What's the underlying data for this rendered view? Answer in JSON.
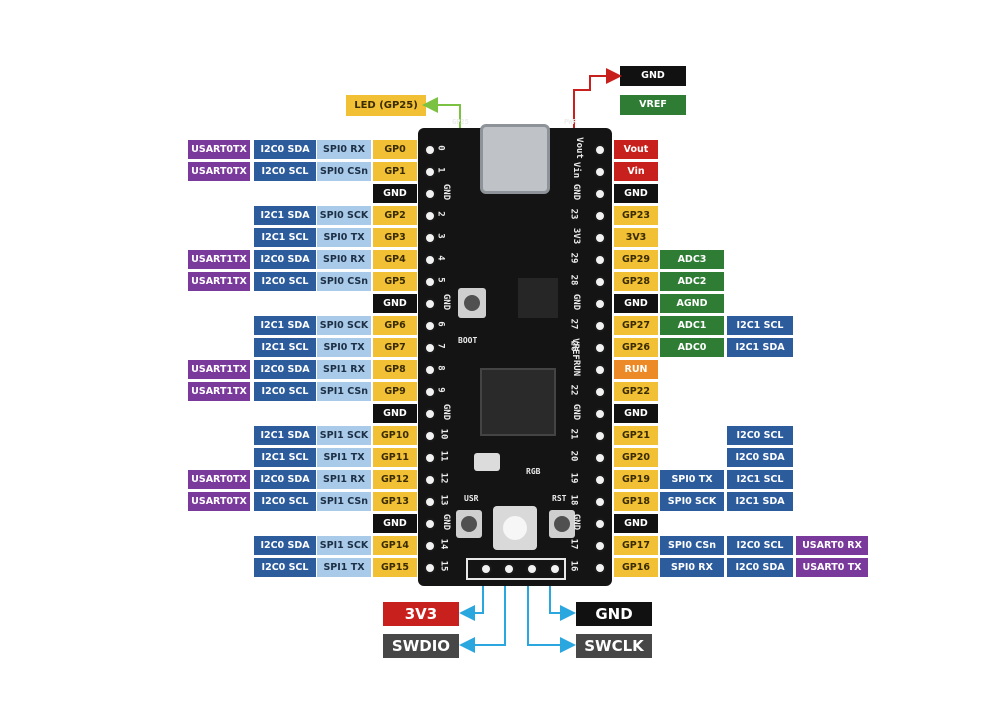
{
  "top_labels": {
    "led": "LED (GP25)",
    "gnd": "GND",
    "vref": "VREF"
  },
  "bottom_labels": {
    "v3v3": "3V3",
    "swdio": "SWDIO",
    "gnd": "GND",
    "swclk": "SWCLK"
  },
  "board_silk": {
    "boot": "BOOT",
    "rgb": "RGB",
    "usr": "USR",
    "rst": "RST",
    "vref": "VREF",
    "gp25": "GP25",
    "pwr": "PWR"
  },
  "left_rows": [
    {
      "usart": "USART0TX",
      "i2c": "I2C0 SDA",
      "spi": "SPI0 RX",
      "gp": "GP0",
      "num": "0"
    },
    {
      "usart": "USART0TX",
      "i2c": "I2C0 SCL",
      "spi": "SPI0 CSn",
      "gp": "GP1",
      "num": "1"
    },
    {
      "gnd": "GND",
      "num": "GND"
    },
    {
      "i2c": "I2C1 SDA",
      "spi": "SPI0 SCK",
      "gp": "GP2",
      "num": "2"
    },
    {
      "i2c": "I2C1 SCL",
      "spi": "SPI0 TX",
      "gp": "GP3",
      "num": "3"
    },
    {
      "usart": "USART1TX",
      "i2c": "I2C0 SDA",
      "spi": "SPI0 RX",
      "gp": "GP4",
      "num": "4"
    },
    {
      "usart": "USART1TX",
      "i2c": "I2C0 SCL",
      "spi": "SPI0 CSn",
      "gp": "GP5",
      "num": "5"
    },
    {
      "gnd": "GND",
      "num": "GND"
    },
    {
      "i2c": "I2C1 SDA",
      "spi": "SPI0 SCK",
      "gp": "GP6",
      "num": "6"
    },
    {
      "i2c": "I2C1 SCL",
      "spi": "SPI0 TX",
      "gp": "GP7",
      "num": "7"
    },
    {
      "usart": "USART1TX",
      "i2c": "I2C0 SDA",
      "spi": "SPI1 RX",
      "gp": "GP8",
      "num": "8"
    },
    {
      "usart": "USART1TX",
      "i2c": "I2C0 SCL",
      "spi": "SPI1 CSn",
      "gp": "GP9",
      "num": "9"
    },
    {
      "gnd": "GND",
      "num": "GND"
    },
    {
      "i2c": "I2C1 SDA",
      "spi": "SPI1 SCK",
      "gp": "GP10",
      "num": "10"
    },
    {
      "i2c": "I2C1 SCL",
      "spi": "SPI1 TX",
      "gp": "GP11",
      "num": "11"
    },
    {
      "usart": "USART0TX",
      "i2c": "I2C0 SDA",
      "spi": "SPI1 RX",
      "gp": "GP12",
      "num": "12"
    },
    {
      "usart": "USART0TX",
      "i2c": "I2C0 SCL",
      "spi": "SPI1 CSn",
      "gp": "GP13",
      "num": "13"
    },
    {
      "gnd": "GND",
      "num": "GND"
    },
    {
      "i2c": "I2C0 SDA",
      "spi": "SPI1 SCK",
      "gp": "GP14",
      "num": "14"
    },
    {
      "i2c": "I2C0 SCL",
      "spi": "SPI1 TX",
      "gp": "GP15",
      "num": "15"
    }
  ],
  "right_rows": [
    {
      "pin": "Vout",
      "kind": "red",
      "num": "Vout"
    },
    {
      "pin": "Vin",
      "kind": "red",
      "num": "Vin"
    },
    {
      "pin": "GND",
      "kind": "black",
      "num": "GND"
    },
    {
      "pin": "GP23",
      "kind": "yellow",
      "num": "23"
    },
    {
      "pin": "3V3",
      "kind": "yellow",
      "num": "3V3"
    },
    {
      "pin": "GP29",
      "kind": "yellow",
      "num": "29",
      "adc": "ADC3"
    },
    {
      "pin": "GP28",
      "kind": "yellow",
      "num": "28",
      "adc": "ADC2"
    },
    {
      "pin": "GND",
      "kind": "black",
      "num": "GND",
      "adc": "AGND"
    },
    {
      "pin": "GP27",
      "kind": "yellow",
      "num": "27",
      "adc": "ADC1",
      "i2c": "I2C1 SCL"
    },
    {
      "pin": "GP26",
      "kind": "yellow",
      "num": "26",
      "adc": "ADC0",
      "i2c": "I2C1 SDA"
    },
    {
      "pin": "RUN",
      "kind": "orange",
      "num": "RUN"
    },
    {
      "pin": "GP22",
      "kind": "yellow",
      "num": "22"
    },
    {
      "pin": "GND",
      "kind": "black",
      "num": "GND"
    },
    {
      "pin": "GP21",
      "kind": "yellow",
      "num": "21",
      "i2c": "I2C0 SCL"
    },
    {
      "pin": "GP20",
      "kind": "yellow",
      "num": "20",
      "i2c": "I2C0 SDA"
    },
    {
      "pin": "GP19",
      "kind": "yellow",
      "num": "19",
      "spi": "SPI0 TX",
      "i2c": "I2C1 SCL"
    },
    {
      "pin": "GP18",
      "kind": "yellow",
      "num": "18",
      "spi": "SPI0 SCK",
      "i2c": "I2C1 SDA"
    },
    {
      "pin": "GND",
      "kind": "black",
      "num": "GND"
    },
    {
      "pin": "GP17",
      "kind": "yellow",
      "num": "17",
      "spi": "SPI0 CSn",
      "i2c": "I2C0 SCL",
      "usart": "USART0 RX"
    },
    {
      "pin": "GP16",
      "kind": "yellow",
      "num": "16",
      "spi": "SPI0 RX",
      "i2c": "I2C0 SDA",
      "usart": "USART0 TX"
    }
  ],
  "colors": {
    "usart": "#7a3a9b",
    "i2c": "#2d5c9c",
    "spi": "#a9cbe9",
    "gpio": "#f2c034",
    "power": "#c8211d",
    "ground": "#111111",
    "adc": "#2f7d34",
    "run": "#eb8a26",
    "swd_arrow": "#2aa7df",
    "led_arrow": "#7cc242",
    "vref_arrow": "#c8211d"
  }
}
